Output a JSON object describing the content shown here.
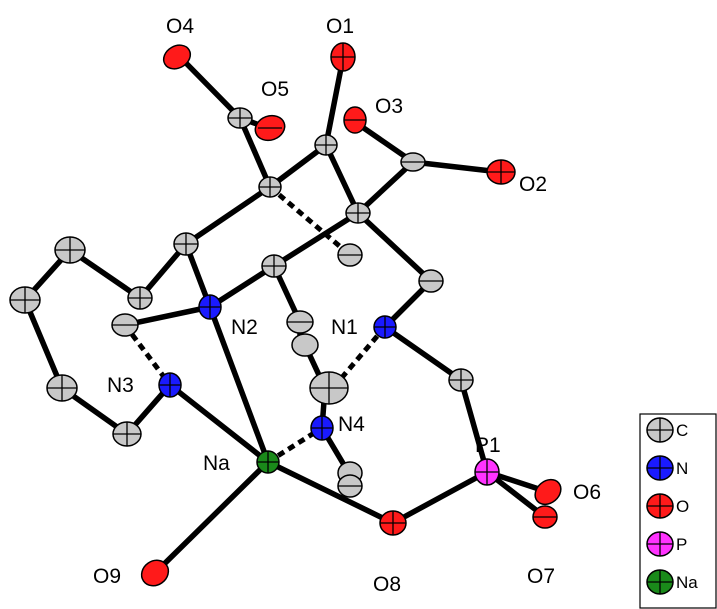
{
  "atom_labels": {
    "o4": "O4",
    "o1": "O1",
    "o5": "O5",
    "o3": "O3",
    "o2": "O2",
    "n2": "N2",
    "n1": "N1",
    "n3": "N3",
    "n4": "N4",
    "na": "Na",
    "p1": "P1",
    "o6": "O6",
    "o9": "O9",
    "o8": "O8",
    "o7": "O7"
  },
  "legend": {
    "items": [
      {
        "symbol": "C",
        "color": "#c8c8c8"
      },
      {
        "symbol": "N",
        "color": "#1a1aff"
      },
      {
        "symbol": "O",
        "color": "#ff1a1a"
      },
      {
        "symbol": "P",
        "color": "#ff33ff"
      },
      {
        "symbol": "Na",
        "color": "#1a8a1a"
      }
    ]
  },
  "colors": {
    "carbon": "#c8c8c8",
    "nitrogen": "#1a1aff",
    "oxygen": "#ff1a1a",
    "phosphorus": "#ff33ff",
    "sodium": "#1a8a1a"
  }
}
